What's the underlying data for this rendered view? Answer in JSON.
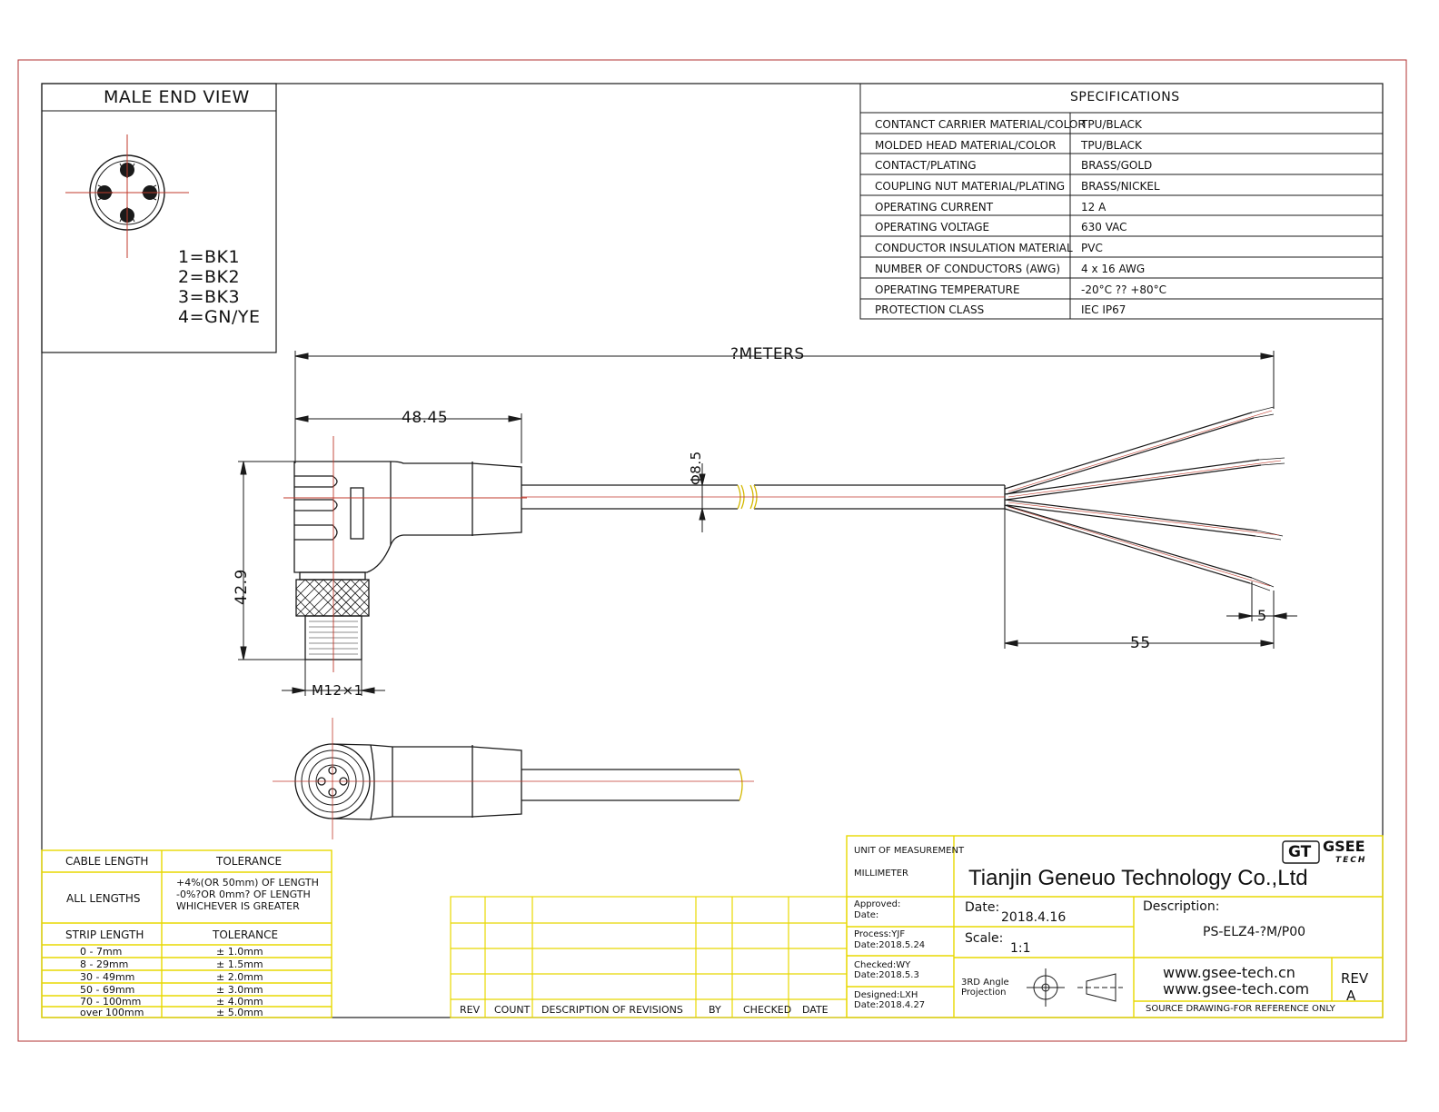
{
  "male_end_view": {
    "title": "MALE END VIEW",
    "pins": [
      "1=BK1",
      "2=BK2",
      "3=BK3",
      "4=GN/YE"
    ]
  },
  "specifications": {
    "title": "SPECIFICATIONS",
    "rows": [
      {
        "label": "CONTANCT CARRIER MATERIAL/COLOR",
        "value": "TPU/BLACK"
      },
      {
        "label": "MOLDED HEAD MATERIAL/COLOR",
        "value": "TPU/BLACK"
      },
      {
        "label": "CONTACT/PLATING",
        "value": "BRASS/GOLD"
      },
      {
        "label": "COUPLING NUT MATERIAL/PLATING",
        "value": "BRASS/NICKEL"
      },
      {
        "label": "OPERATING CURRENT",
        "value": "12 A"
      },
      {
        "label": "OPERATING VOLTAGE",
        "value": "630 VAC"
      },
      {
        "label": "CONDUCTOR INSULATION MATERIAL",
        "value": "PVC"
      },
      {
        "label": "NUMBER OF CONDUCTORS (AWG)",
        "value": "4 x 16 AWG"
      },
      {
        "label": "OPERATING TEMPERATURE",
        "value": "-20°C ?? +80°C"
      },
      {
        "label": "PROTECTION CLASS",
        "value": "IEC  IP67"
      }
    ]
  },
  "dimensions": {
    "total_length": "?METERS",
    "head_length": "48.45",
    "cable_diameter": "Φ8.5",
    "head_height": "42.9",
    "thread": "M12×1",
    "strip_short": "5",
    "strip_long": "55"
  },
  "tolerance_table": {
    "header_left": "CABLE LENGTH",
    "header_right": "TOLERANCE",
    "all_lengths_label": "ALL LENGTHS",
    "all_lengths_lines": [
      "+4%(OR 50mm) OF LENGTH",
      "-0%?OR 0mm? OF LENGTH",
      "WHICHEVER  IS  GREATER"
    ],
    "strip_header_left": "STRIP LENGTH",
    "strip_header_right": "TOLERANCE",
    "strip_rows": [
      {
        "range": "0 - 7mm",
        "tol": "± 1.0mm"
      },
      {
        "range": "8 - 29mm",
        "tol": "± 1.5mm"
      },
      {
        "range": "30 - 49mm",
        "tol": "± 2.0mm"
      },
      {
        "range": "50 - 69mm",
        "tol": "± 3.0mm"
      },
      {
        "range": "70 - 100mm",
        "tol": "± 4.0mm"
      },
      {
        "range": "over 100mm",
        "tol": "± 5.0mm"
      }
    ]
  },
  "revisions": {
    "headers": [
      "REV",
      "COUNT",
      "DESCRIPTION  OF  REVISIONS",
      "BY",
      "CHECKED",
      "DATE"
    ]
  },
  "title_block": {
    "unit_label": "UNIT OF MEASUREMENT",
    "unit_value": "MILLIMETER",
    "company": "Tianjin Geneuo Technology Co.,Ltd",
    "logo_mark": "GT",
    "logo_text": "GSEE",
    "logo_sub": "TECH",
    "approved": "Approved:",
    "approved_date": "Date:",
    "process": "Process:YJF",
    "process_date": "Date:2018.5.24",
    "checked": "Checked:WY",
    "checked_date": "Date:2018.5.3",
    "designed": "Designed:LXH",
    "designed_date": "Date:2018.4.27",
    "date_label": "Date:",
    "date_value": "2018.4.16",
    "scale_label": "Scale:",
    "scale_value": "1:1",
    "projection_line1": "3RD Angle",
    "projection_line2": "Projection",
    "description_label": "Description:",
    "description_value": "PS-ELZ4-?M/P00",
    "website1": "www.gsee-tech.cn",
    "website2": "www.gsee-tech.com",
    "rev_label": "REV",
    "rev_value": "A",
    "source_note": "SOURCE DRAWING-FOR REFERENCE ONLY"
  },
  "colors": {
    "border_red": "#b03030",
    "line": "#1a1a1a",
    "centerline": "#c0392b",
    "yellow_grid": "#e8d800"
  }
}
